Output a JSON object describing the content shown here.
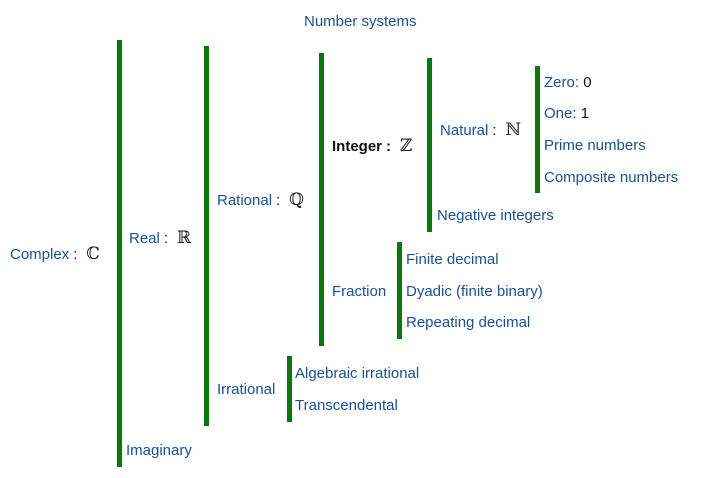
{
  "title": "Number systems",
  "nodes": {
    "complex": {
      "label": "Complex",
      "colon": ":",
      "symbol": "ℂ"
    },
    "real": {
      "label": "Real",
      "colon": ":",
      "symbol": "ℝ"
    },
    "imaginary": {
      "label": "Imaginary"
    },
    "rational": {
      "label": "Rational",
      "colon": ":",
      "symbol": "ℚ"
    },
    "irrational": {
      "label": "Irrational"
    },
    "integer": {
      "label": "Integer",
      "colon": ":",
      "symbol": "ℤ"
    },
    "fraction": {
      "label": "Fraction"
    },
    "natural": {
      "label": "Natural",
      "colon": ":",
      "symbol": "ℕ"
    },
    "negative_integers": {
      "label": "Negative integers"
    },
    "zero": {
      "label": "Zero:",
      "value": "0"
    },
    "one": {
      "label": "One:",
      "value": "1"
    },
    "prime": {
      "label": "Prime numbers"
    },
    "composite": {
      "label": "Composite numbers"
    },
    "finite_decimal": {
      "label": "Finite decimal"
    },
    "dyadic": {
      "label": "Dyadic (finite binary)"
    },
    "repeating_decimal": {
      "label": "Repeating decimal"
    },
    "algebraic_irrational": {
      "label": "Algebraic irrational"
    },
    "transcendental": {
      "label": "Transcendental"
    }
  },
  "colors": {
    "label": "#1a4fa0",
    "bar": "#087a08",
    "emphasis": "#111111"
  }
}
